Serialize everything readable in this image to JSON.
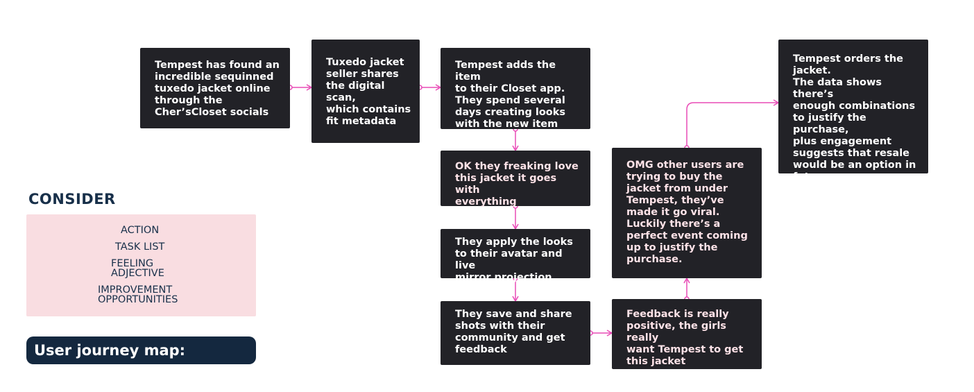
{
  "nodes": {
    "n1": "Tempest has found an\nincredible sequinned\ntuxedo jacket online\nthrough the\nCher’sCloset socials",
    "n2": "Tuxedo jacket\nseller shares\nthe digital\nscan,\nwhich contains\nfit metadata",
    "n3": "Tempest adds the item\nto their Closet app.\nThey spend several\ndays creating looks\nwith the new item",
    "n4": "OK they freaking love\nthis jacket it goes with\neverything",
    "n5": "They apply the looks\nto their avatar and live\nmirror projection.",
    "n6": "They save and share\nshots with their\ncommunity and get\nfeedback",
    "n7": "Feedback is really\npositive, the girls really\nwant Tempest to get\nthis jacket",
    "n8": "OMG other users are\ntrying to buy the\njacket from under\nTempest, they’ve\nmade it go viral.\nLuckily there’s a\nperfect event coming\nup to justify the\npurchase.",
    "n9": "Tempest orders the\njacket.\nThe data shows there’s\nenough combinations\nto justify the purchase,\nplus engagement\nsuggests that resale\nwould be an option in\nfuture."
  },
  "consider": {
    "title": "CONSIDER",
    "items": [
      "ACTION",
      "TASK LIST",
      "FEELING\nADJECTIVE",
      "IMPROVEMENT\nOPPORTUNITIES"
    ]
  },
  "journey_title": "User journey map: Tempest",
  "colors": {
    "node_bg": "#222227",
    "connector": "#e94bb6",
    "consider_bg": "#f9dde1",
    "navy": "#14283f"
  }
}
